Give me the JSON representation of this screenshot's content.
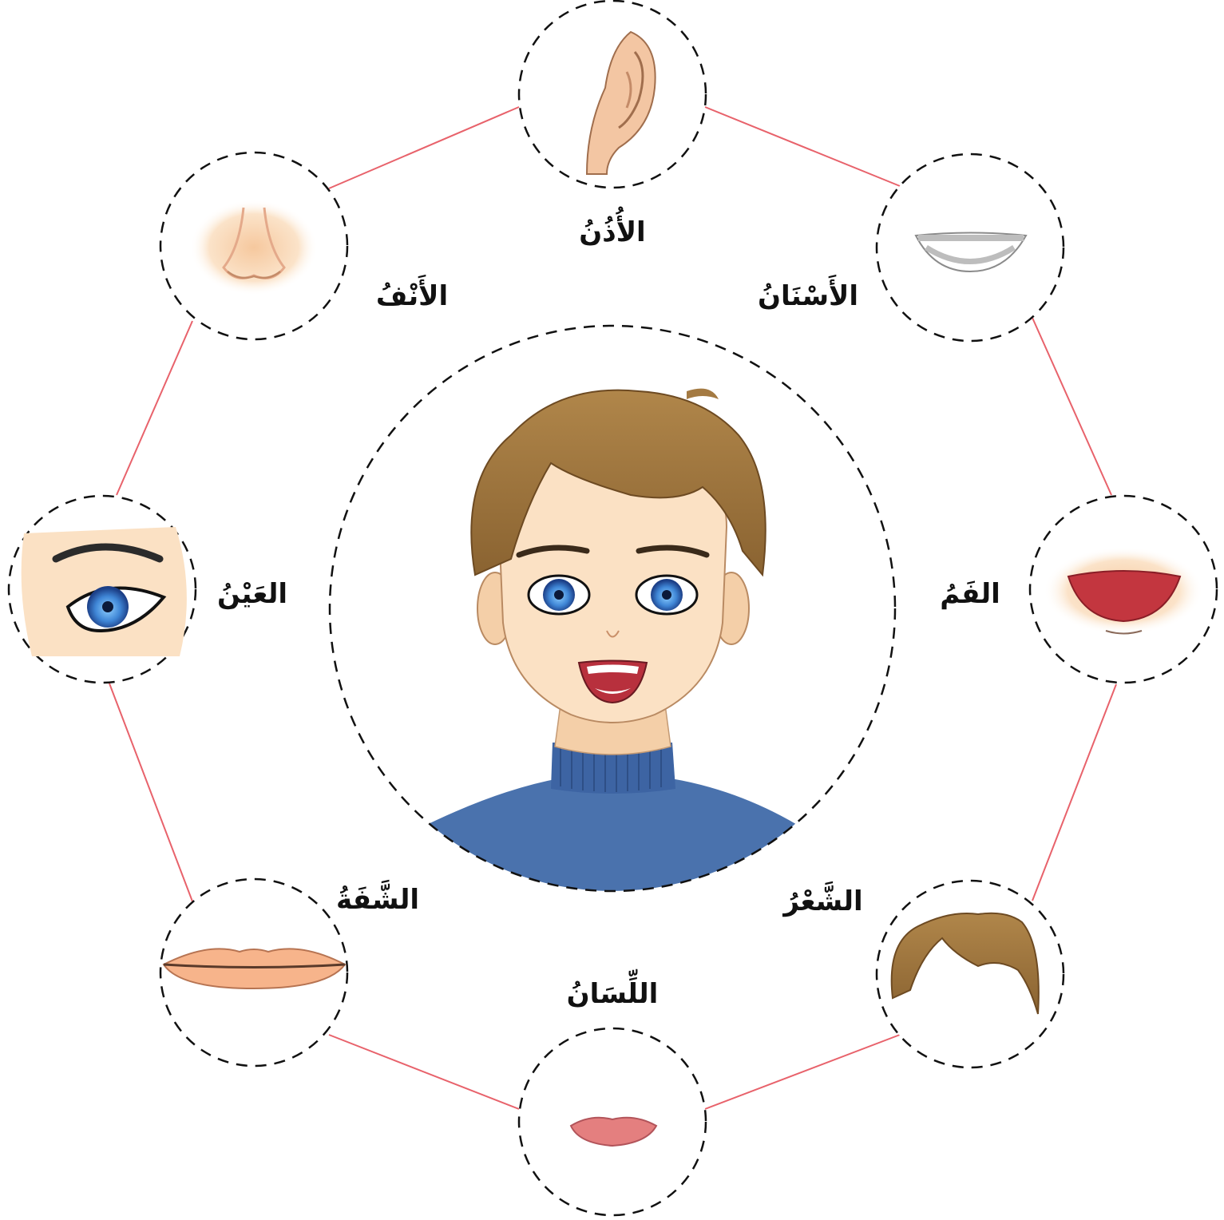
{
  "diagram": {
    "connector_color": "#e8626b",
    "circle_stroke_color": "#111111",
    "labels": {
      "ear": "الأُذُنُ",
      "teeth": "الأَسْنَانُ",
      "nose": "الأَنْفُ",
      "mouth": "الفَمُ",
      "eye": "العَيْنُ",
      "hair": "الشَّعْرُ",
      "lip": "الشَّفَةُ",
      "tongue": "اللِّسَانُ"
    },
    "icons": {
      "center": "boy-face-illustration",
      "ear": "ear-icon",
      "teeth": "teeth-icon",
      "nose": "nose-icon",
      "mouth": "mouth-icon",
      "eye": "eye-icon",
      "hair": "hair-icon",
      "lip": "lips-icon",
      "tongue": "tongue-icon"
    }
  }
}
